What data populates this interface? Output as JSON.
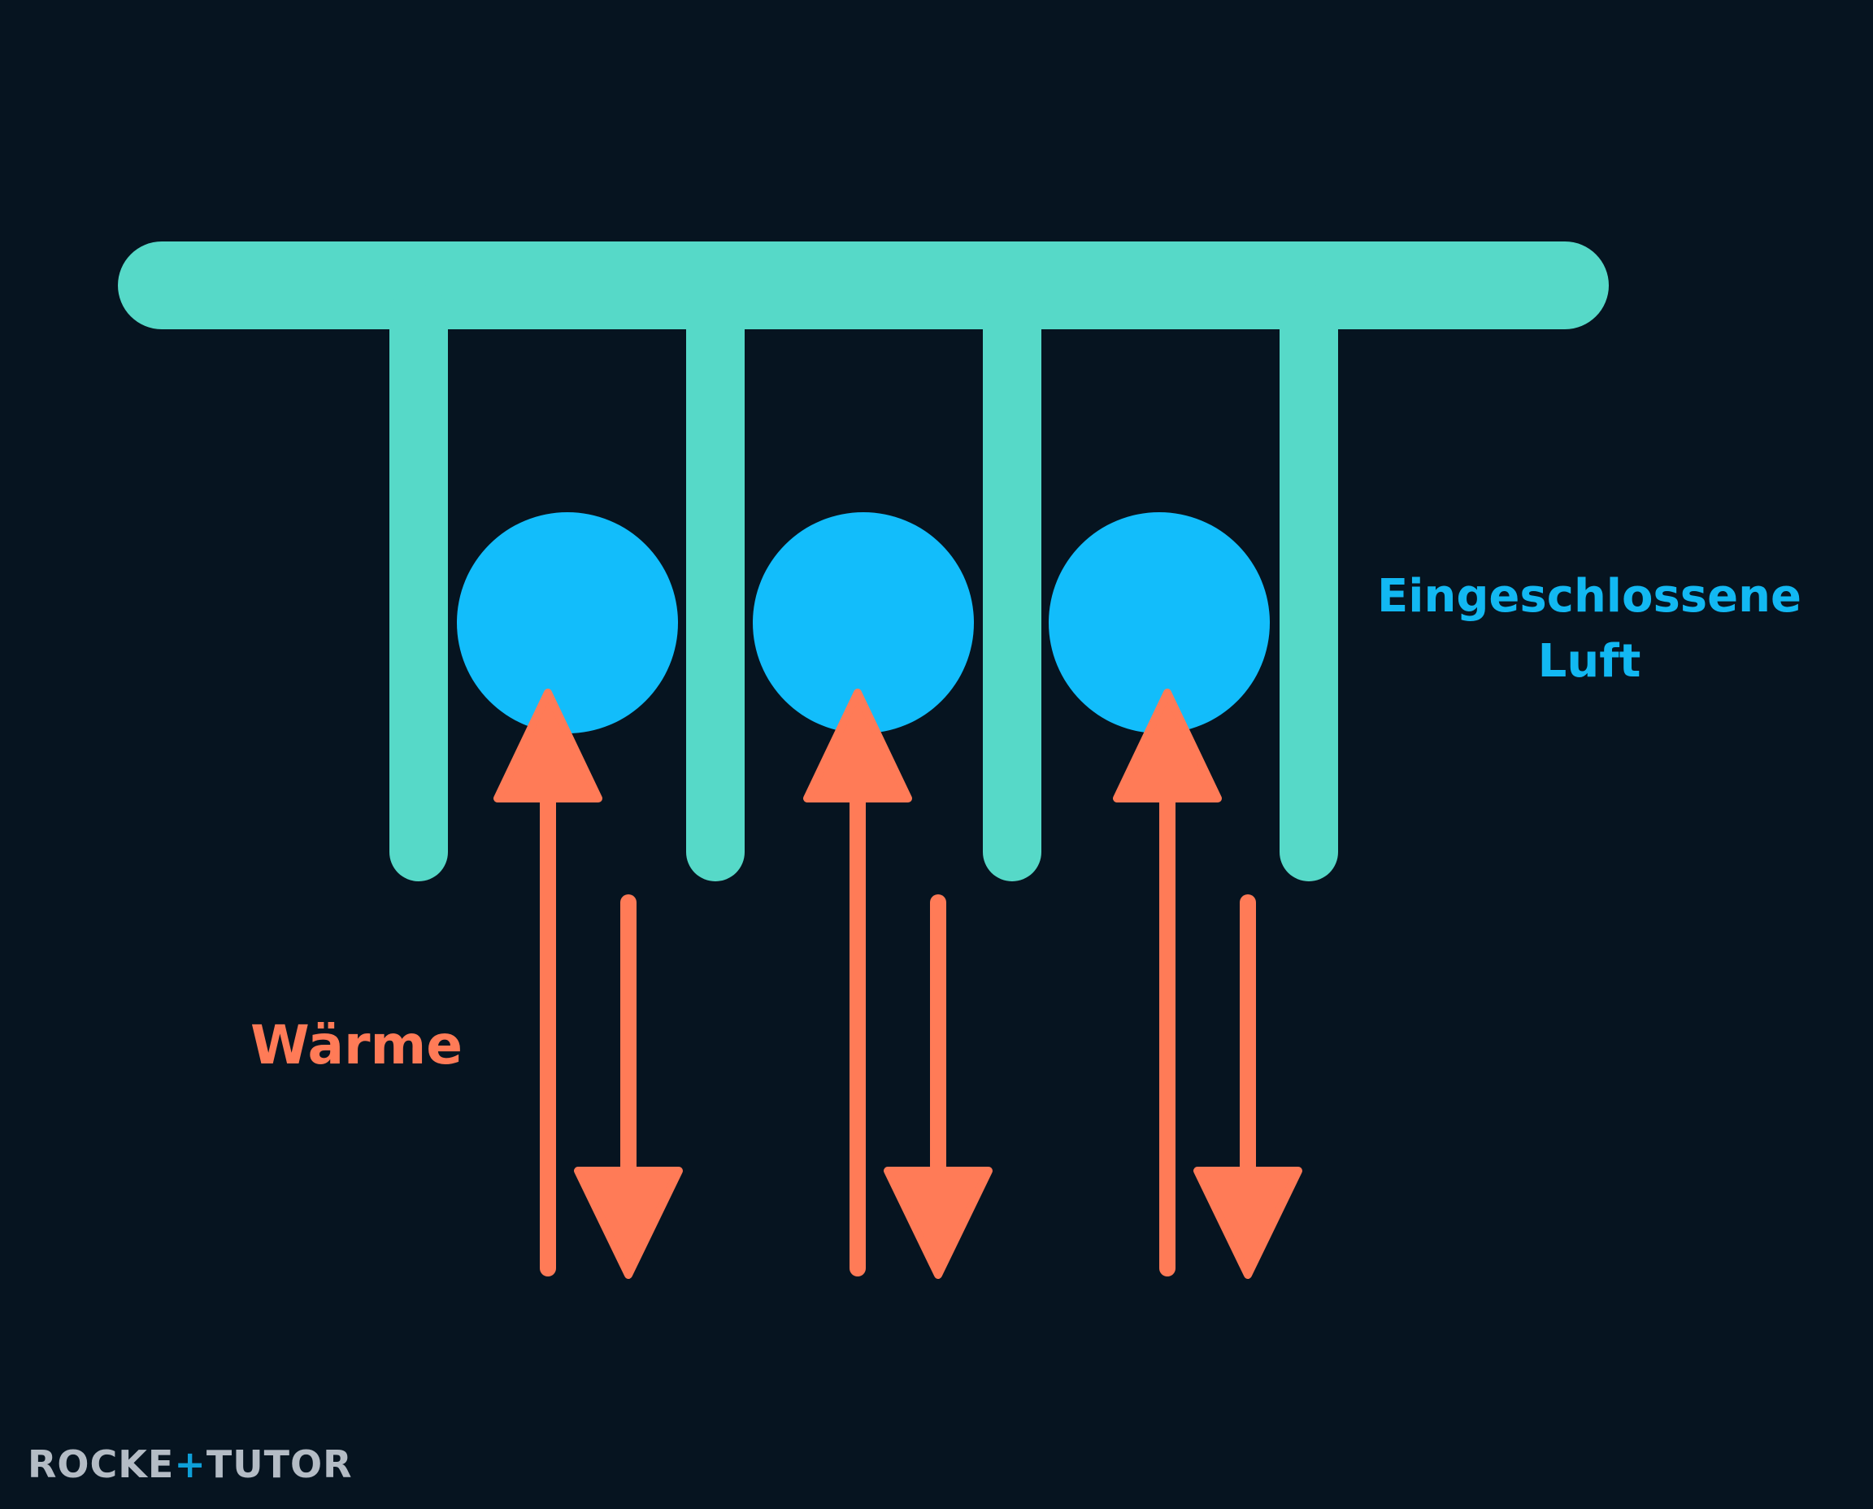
{
  "labels": {
    "air_line1": "Eingeschlossene",
    "air_line2": "Luft",
    "heat": "Wärme"
  },
  "logo": {
    "part1": "ROCKE",
    "plus": "+",
    "part2": "TUTOR"
  },
  "colors": {
    "background": "#061420",
    "fiber": "#56d9c8",
    "air": "#12bdfb",
    "heat": "#ff7b57",
    "air_label": "#12b8f2",
    "logo_text": "#b4bcc5",
    "logo_accent": "#0e9fd8"
  },
  "structure": {
    "comb_teeth": 4,
    "air_bubbles": 3,
    "heat_arrow_pairs": 3
  }
}
